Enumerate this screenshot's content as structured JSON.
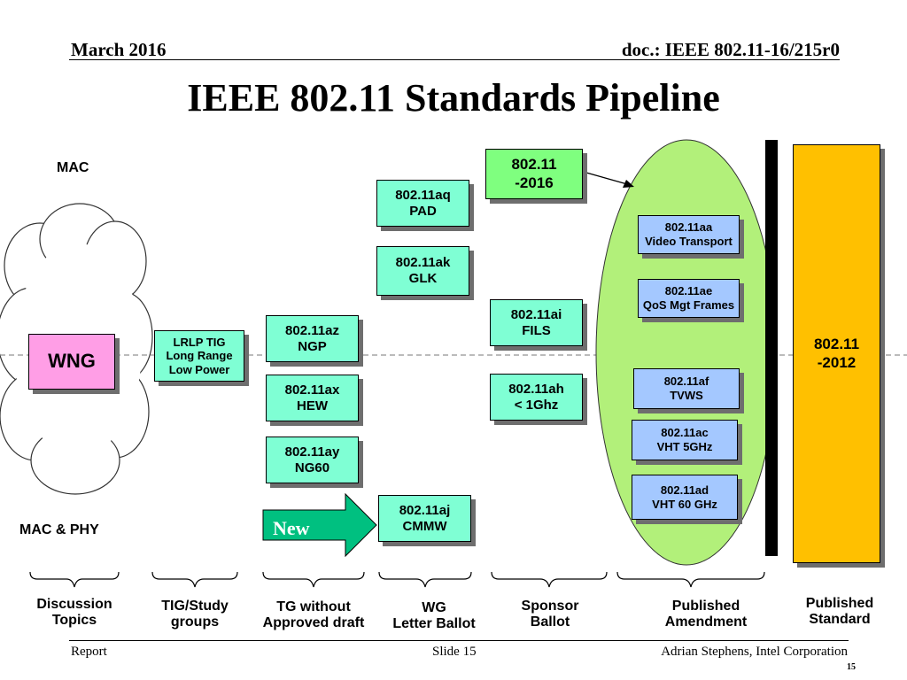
{
  "header": {
    "date": "March 2016",
    "doc": "doc.: IEEE 802.11-16/215r0"
  },
  "title": "IEEE 802.11 Standards Pipeline",
  "labels": {
    "mac": "MAC",
    "mac_phy": "MAC & PHY",
    "new": "New"
  },
  "wng": "WNG",
  "lrlp": {
    "line1": "LRLP TIG",
    "line2": "Long Range",
    "line3": "Low Power"
  },
  "tg": {
    "az": {
      "line1": "802.11az",
      "line2": "NGP"
    },
    "ax": {
      "line1": "802.11ax",
      "line2": "HEW"
    },
    "ay": {
      "line1": "802.11ay",
      "line2": "NG60"
    }
  },
  "wg": {
    "aq": {
      "line1": "802.11aq",
      "line2": "PAD"
    },
    "ak": {
      "line1": "802.11ak",
      "line2": "GLK"
    },
    "aj": {
      "line1": "802.11aj",
      "line2": "CMMW"
    }
  },
  "sponsor": {
    "rev2016": {
      "line1": "802.11",
      "line2": "-2016"
    },
    "ai": {
      "line1": "802.11ai",
      "line2": "FILS"
    },
    "ah": {
      "line1": "802.11ah",
      "line2": "< 1Ghz"
    }
  },
  "amend": {
    "aa": {
      "line1": "802.11aa",
      "line2": "Video Transport"
    },
    "ae": {
      "line1": "802.11ae",
      "line2": "QoS Mgt Frames"
    },
    "af": {
      "line1": "802.11af",
      "line2": "TVWS"
    },
    "ac": {
      "line1": "802.11ac",
      "line2": "VHT 5GHz"
    },
    "ad": {
      "line1": "802.11ad",
      "line2": "VHT 60 GHz"
    }
  },
  "published_std": {
    "line1": "802.11",
    "line2": "-2012"
  },
  "stages": {
    "discussion": {
      "line1": "Discussion",
      "line2": "Topics"
    },
    "tig": {
      "line1": "TIG/Study",
      "line2": "groups"
    },
    "tg": {
      "line1": "TG without",
      "line2": "Approved draft"
    },
    "wg": {
      "line1": "WG",
      "line2": "Letter Ballot"
    },
    "sponsor": {
      "line1": "Sponsor",
      "line2": "Ballot"
    },
    "amendment": {
      "line1": "Published",
      "line2": "Amendment"
    },
    "standard": {
      "line1": "Published",
      "line2": "Standard"
    }
  },
  "footer": {
    "left": "Report",
    "center": "Slide 15",
    "right": "Adrian Stephens, Intel Corporation",
    "page": "15"
  },
  "colors": {
    "teal": "#7fffd4",
    "blue": "#a4c8ff",
    "green_box": "#7fff7f",
    "pink": "#ff9ee6",
    "orange": "#ffc000",
    "ellipse": "#b2f07a",
    "arrow": "#00c080"
  }
}
